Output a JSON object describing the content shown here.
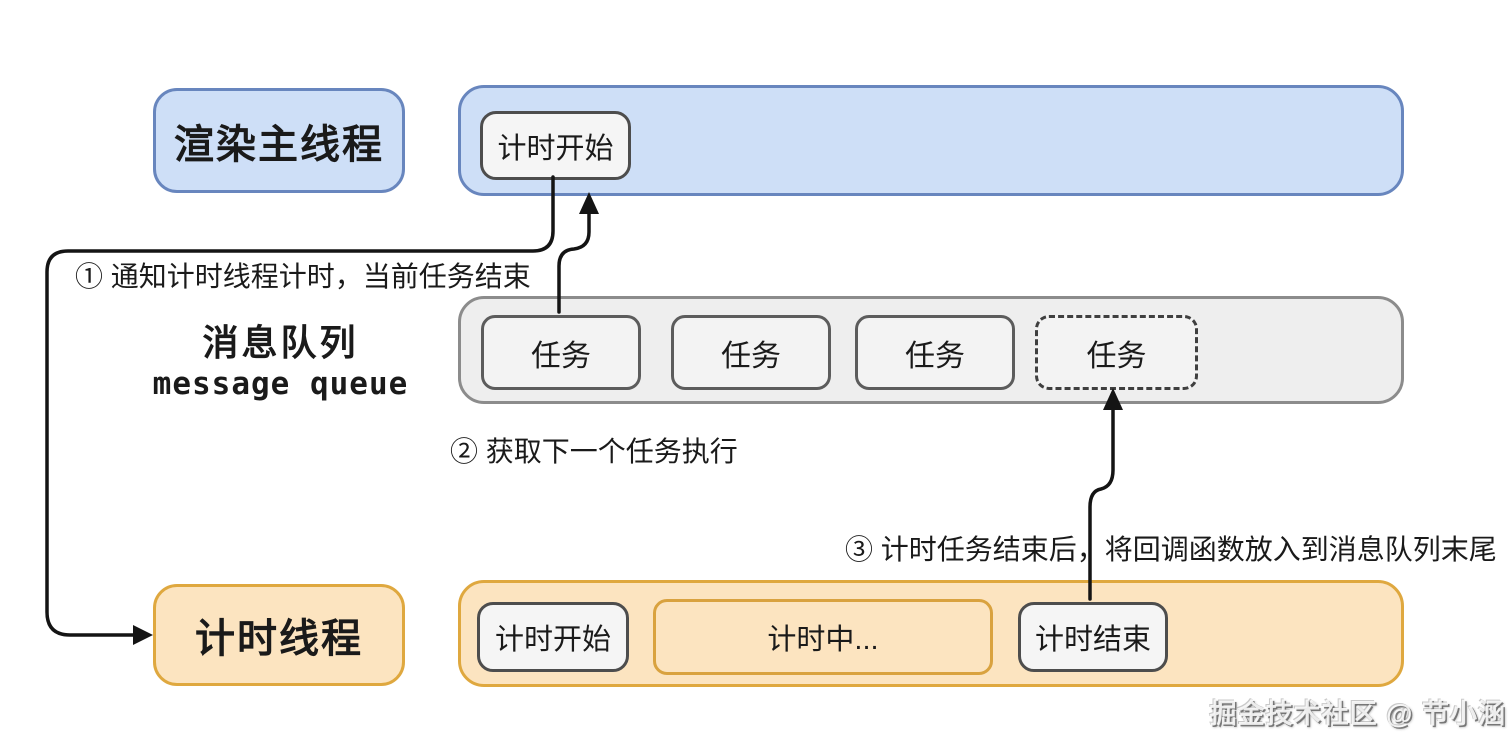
{
  "diagram": {
    "lanes": {
      "render_thread_label": "渲染主线程",
      "timer_thread_label": "计时线程",
      "queue_caption_cn": "消息队列",
      "queue_caption_en": "message queue"
    },
    "render_track": {
      "timing_start_label": "计时开始"
    },
    "queue_track": {
      "tasks": [
        "任务",
        "任务",
        "任务",
        "任务"
      ]
    },
    "timer_track": {
      "start_label": "计时开始",
      "running_label": "计时中...",
      "end_label": "计时结束"
    },
    "annotations": {
      "step1": "① 通知计时线程计时，当前任务结束",
      "step2": "② 获取下一个任务执行",
      "step3": "③ 计时任务结束后，将回调函数放入到消息队列末尾"
    },
    "watermark": "掘金技术社区 @ 节小涵",
    "colors": {
      "blue_fill": "#cedff7",
      "blue_border": "#6886be",
      "gray_fill": "#eeeeee",
      "gray_border": "#8c8c8c",
      "task_fill": "#f3f3f3",
      "task_border": "#5c5c5c",
      "chip_fill": "#f5f5f5",
      "chip_border": "#4d4d4d",
      "orange_fill": "#fce4c0",
      "orange_border": "#dfa83f",
      "arrow": "#141414"
    }
  }
}
